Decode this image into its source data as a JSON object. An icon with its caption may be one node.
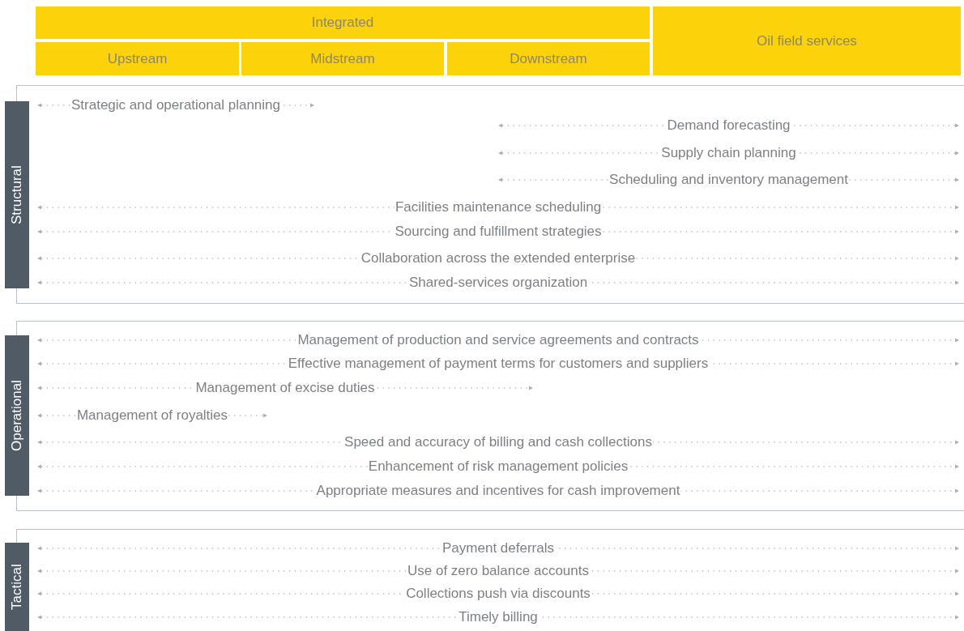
{
  "diagram": {
    "nodes": [
      {
        "text": [
          "Integrated"
        ]
      },
      {
        "text": [
          "Oil field services"
        ]
      },
      {
        "text": [
          "Upstream"
        ]
      },
      {
        "text": [
          "Midstream"
        ]
      },
      {
        "text": [
          "Downstream"
        ]
      },
      {
        "text": [
          "Structural"
        ]
      },
      {
        "text": [
          "Strategic and operational planning"
        ],
        "in": 5
      },
      {
        "text": [
          "Demand forecasting"
        ],
        "in": 5
      },
      {
        "text": [
          "Supply chain planning"
        ],
        "in": 5
      },
      {
        "text": [
          "Scheduling and inventory management"
        ],
        "in": 5
      },
      {
        "text": [
          "Facilities maintenance scheduling"
        ],
        "in": 5
      },
      {
        "text": [
          "Sourcing and fulfillment strategies"
        ],
        "in": 5
      },
      {
        "text": [
          "Collaboration across the extended enterprise"
        ],
        "in": 5
      },
      {
        "text": [
          "Shared-services organization"
        ],
        "in": 5
      },
      {
        "text": [
          "Operational"
        ]
      },
      {
        "text": [
          "Management of production and service agreements and contracts"
        ],
        "in": 14
      },
      {
        "text": [
          "Effective management of payment terms for customers and suppliers"
        ],
        "in": 14
      },
      {
        "text": [
          "Management of excise duties"
        ],
        "in": 14
      },
      {
        "text": [
          "Management of royalties"
        ],
        "in": 14
      },
      {
        "text": [
          "Speed and accuracy of billing and cash collections"
        ],
        "in": 14
      },
      {
        "text": [
          "Enhancement of risk management policies"
        ],
        "in": 14
      },
      {
        "text": [
          "Appropriate measures and incentives for cash improvement"
        ],
        "in": 14
      },
      {
        "text": [
          "Tactical"
        ]
      },
      {
        "text": [
          "Payment deferrals"
        ],
        "in": 22
      },
      {
        "text": [
          "Use of zero balance accounts"
        ],
        "in": 22
      },
      {
        "text": [
          "Collections push via discounts"
        ],
        "in": 22
      },
      {
        "text": [
          "Timely billing"
        ],
        "in": 22
      }
    ]
  }
}
